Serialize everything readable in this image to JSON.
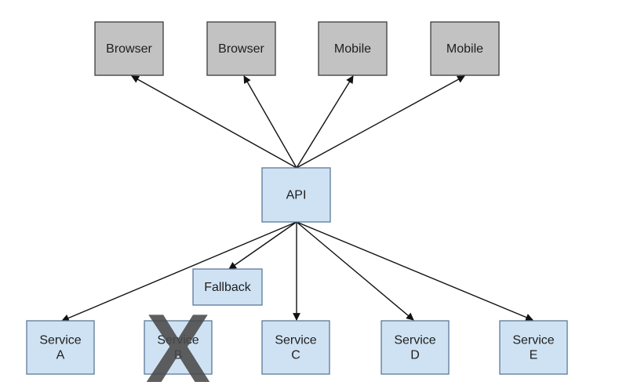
{
  "diagram": {
    "clients": [
      {
        "id": "browser-1",
        "label": "Browser"
      },
      {
        "id": "browser-2",
        "label": "Browser"
      },
      {
        "id": "mobile-1",
        "label": "Mobile"
      },
      {
        "id": "mobile-2",
        "label": "Mobile"
      }
    ],
    "gateway": {
      "id": "api",
      "label": "API"
    },
    "fallback": {
      "id": "fallback",
      "label": "Fallback"
    },
    "services": [
      {
        "id": "service-a",
        "lines": [
          "Service",
          "A"
        ],
        "failed": false
      },
      {
        "id": "service-b",
        "lines": [
          "Service",
          "B"
        ],
        "failed": true
      },
      {
        "id": "service-c",
        "lines": [
          "Service",
          "C"
        ],
        "failed": false
      },
      {
        "id": "service-d",
        "lines": [
          "Service",
          "D"
        ],
        "failed": false
      },
      {
        "id": "service-e",
        "lines": [
          "Service",
          "E"
        ],
        "failed": false
      }
    ],
    "failed_mark": "X",
    "edges": [
      {
        "from": "api",
        "to": "browser-1"
      },
      {
        "from": "api",
        "to": "browser-2"
      },
      {
        "from": "api",
        "to": "mobile-1"
      },
      {
        "from": "api",
        "to": "mobile-2"
      },
      {
        "from": "api",
        "to": "service-a"
      },
      {
        "from": "api",
        "to": "fallback"
      },
      {
        "from": "api",
        "to": "service-c"
      },
      {
        "from": "api",
        "to": "service-d"
      },
      {
        "from": "api",
        "to": "service-e"
      }
    ],
    "colors": {
      "client_fill": "#c2c2c2",
      "client_stroke": "#3c3c3c",
      "core_fill": "#cfe2f3",
      "core_stroke": "#5b7a98",
      "edge": "#111111",
      "failed_mark": "#4a4a4a"
    }
  }
}
